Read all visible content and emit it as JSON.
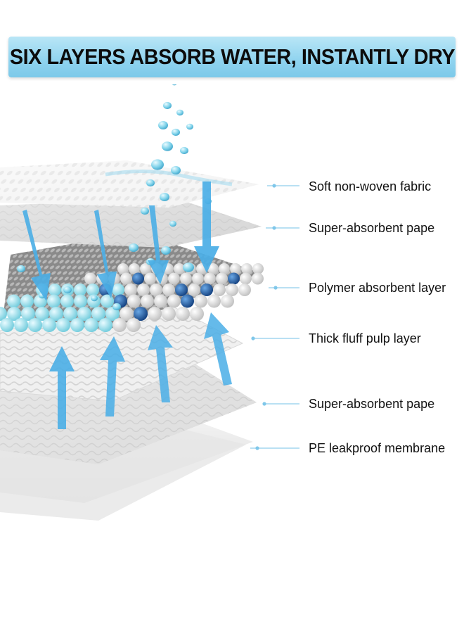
{
  "title": "SIX LAYERS ABSORB WATER, INSTANTLY DRY",
  "layers": [
    {
      "label": "Soft non-woven fabric"
    },
    {
      "label": "Super-absorbent pape"
    },
    {
      "label": "Polymer absorbent layer"
    },
    {
      "label": "Thick fluff pulp layer"
    },
    {
      "label": "Super-absorbent pape"
    },
    {
      "label": "PE leakproof membrane"
    }
  ],
  "colors": {
    "banner": "#8fd3ef",
    "arrow": "#4aaee6",
    "leader": "#7fc7ea",
    "bead_light": "#a6e4ee",
    "bead_dark": "#1f5fa6"
  }
}
